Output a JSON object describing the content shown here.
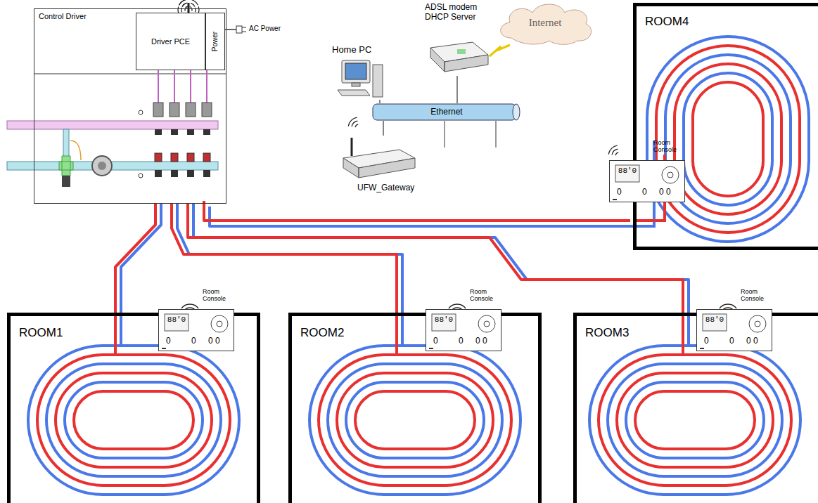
{
  "diagram": {
    "nodes": [
      {
        "text": [
          "Control Driver"
        ]
      },
      {
        "text": [
          "Driver PCE"
        ],
        "in": 0
      },
      {
        "text": [
          "Power"
        ],
        "in": 0
      },
      {
        "text": [
          "Home PC"
        ]
      },
      {
        "text": [
          "ADSL modem DHCP Server"
        ]
      },
      {
        "text": [
          "Internet"
        ]
      },
      {
        "text": [
          "Ethernet"
        ]
      },
      {
        "text": [
          "UFW_Gateway"
        ]
      },
      {
        "text": [
          "ROOM1"
        ]
      },
      {
        "text": [
          "ROOM2"
        ]
      },
      {
        "text": [
          "ROOM3"
        ]
      },
      {
        "text": [
          "ROOM4"
        ]
      },
      {
        "text": [
          "Room Console",
          "88'0",
          "0",
          "0",
          "0 0"
        ]
      },
      {
        "text": [
          "Room Console",
          "88'0",
          "0",
          "0",
          "0 0"
        ]
      },
      {
        "text": [
          "Room Console",
          "88'0",
          "0",
          "0",
          "0 0"
        ]
      },
      {
        "text": [
          "Room Console",
          "88'0",
          "0",
          "0",
          "0 0"
        ]
      }
    ],
    "edges": [
      {
        "from": 0,
        "to": 8,
        "arrow": "none"
      },
      {
        "from": 0,
        "to": 9,
        "arrow": "none"
      },
      {
        "from": 0,
        "to": 10,
        "arrow": "none"
      },
      {
        "from": 0,
        "to": 11,
        "arrow": "none"
      },
      {
        "from": 3,
        "to": 6,
        "arrow": "none"
      },
      {
        "from": 4,
        "to": 6,
        "arrow": "none"
      },
      {
        "from": 6,
        "to": 7,
        "arrow": "none"
      },
      {
        "from": 4,
        "to": 5,
        "arrow": "none"
      }
    ],
    "labels": [
      "AC Power"
    ]
  }
}
